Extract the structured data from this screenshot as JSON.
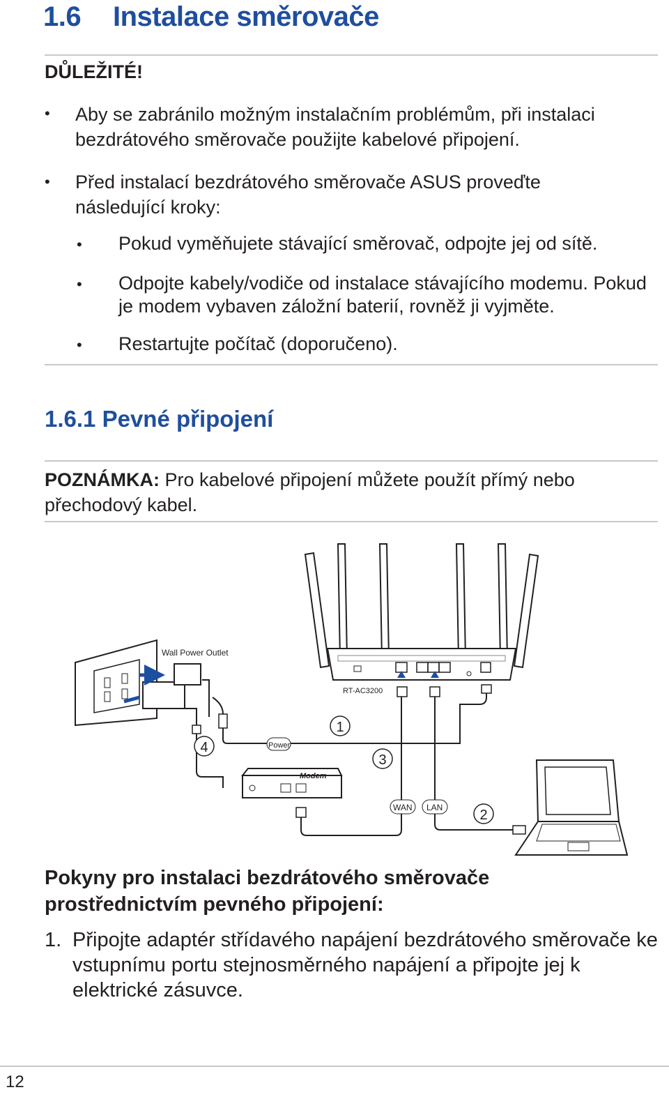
{
  "section": {
    "number": "1.6",
    "title": "Instalace směrovače"
  },
  "important_label": "DŮLEŽITÉ!",
  "bullets": [
    "Aby se zabránilo možným instalačním problémům, při instalaci bezdrátového směrovače použijte kabelové připojení.",
    "Před instalací bezdrátového směrovače ASUS proveďte následující kroky:"
  ],
  "sub_bullets": [
    "Pokud vyměňujete stávající směrovač, odpojte jej od sítě.",
    "Odpojte kabely/vodiče od instalace stávajícího modemu. Pokud je modem vybaven záložní baterií, rovněž ji vyjměte.",
    "Restartujte počítač (doporučeno)."
  ],
  "subsection": {
    "number": "1.6.1",
    "title": "Pevné připojení"
  },
  "note": {
    "label": "POZNÁMKA:",
    "text": " Pro kabelové připojení můžete použít přímý nebo přechodový kabel."
  },
  "diagram": {
    "wall_outlet_label": "Wall Power Outlet",
    "router_model": "RT-AC3200",
    "power_label": "Power",
    "modem_label": "Modem",
    "wan_label": "WAN",
    "lan_label": "LAN",
    "markers": [
      "1",
      "2",
      "3",
      "4"
    ]
  },
  "instructions_heading": "Pokyny pro instalaci bezdrátového směrovače prostřednictvím pevného připojení:",
  "steps": [
    {
      "n": "1.",
      "text": "Připojte adaptér střídavého napájení bezdrátového směrovače ke vstupnímu portu stejnosměrného napájení a připojte jej k elektrické zásuvce."
    }
  ],
  "page_number": "12",
  "colors": {
    "heading_blue": "#1f4e9d",
    "rule_gray": "#c8c8c8",
    "arrow_blue": "#1b4fa0"
  }
}
